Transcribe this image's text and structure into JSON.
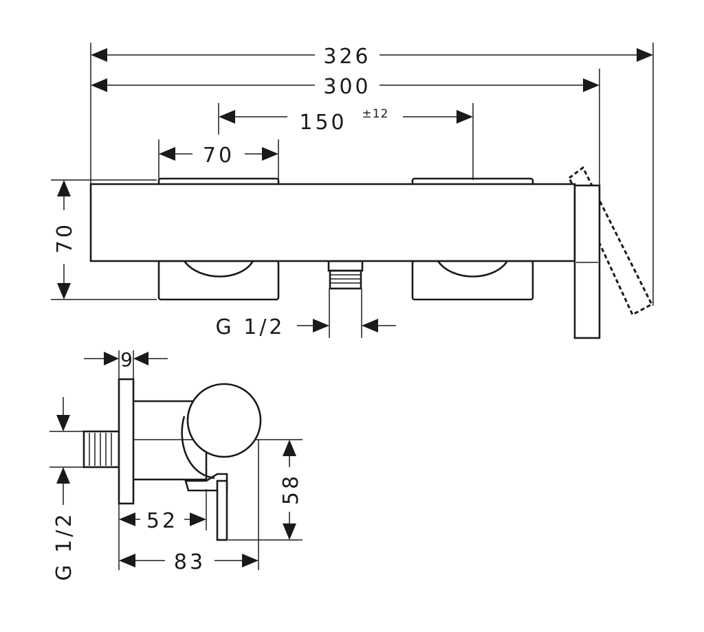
{
  "front_view": {
    "overall_width": "326",
    "body_width": "300",
    "center_distance": "150",
    "center_tolerance": "±12",
    "handle_width": "70",
    "body_height": "70",
    "outlet_thread": "G 1/2"
  },
  "side_view": {
    "wall_plate": "9",
    "connection_thread": "G 1/2",
    "outlet_height": "58",
    "outlet_depth": "52",
    "total_depth": "83"
  }
}
